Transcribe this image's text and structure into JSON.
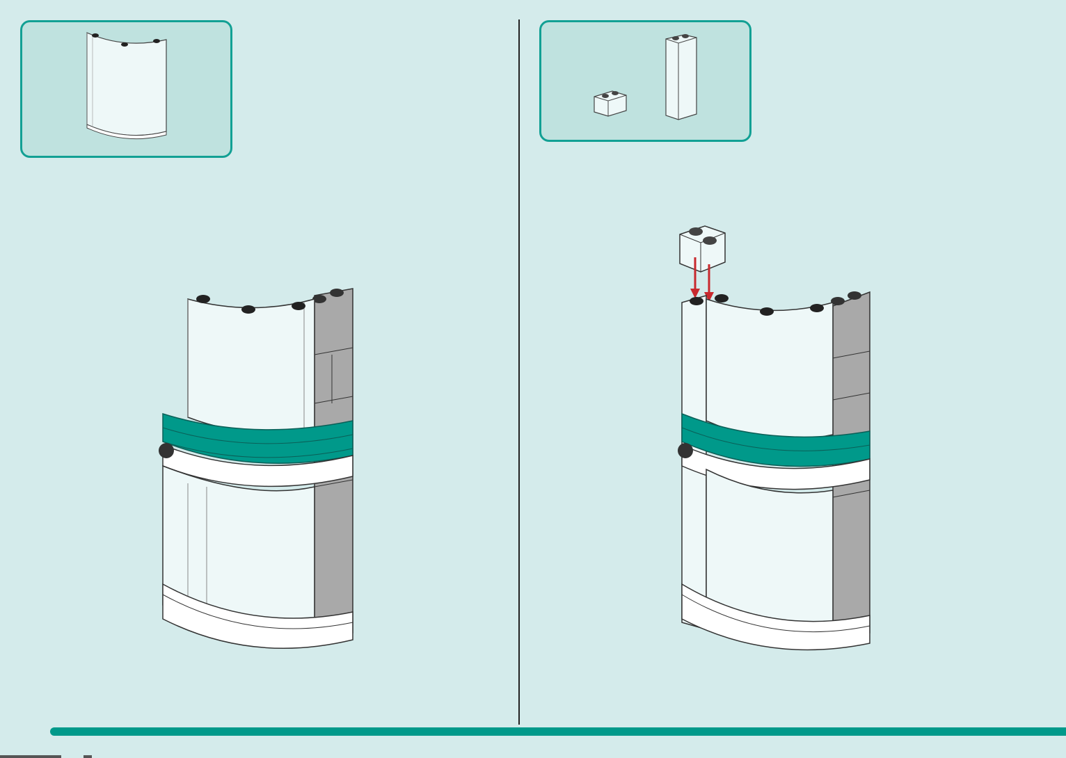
{
  "colors": {
    "background": "#d4ebeb",
    "accent": "#00998a",
    "accent_dark": "#0b7f74",
    "callout_fill": "#bfe2df",
    "callout_border": "#12a094",
    "divider": "#222222",
    "transparent_piece": "#eef8f8",
    "grey_piece": "#a9a9a9",
    "arrow": "#c8292e"
  },
  "panels": [
    {
      "name": "left",
      "callout_parts": [
        {
          "icon": "curved-transparent-panel-icon",
          "quantity": "1"
        }
      ]
    },
    {
      "name": "right",
      "callout_parts": [
        {
          "icon": "transparent-brick-1x2-icon",
          "quantity": "1"
        },
        {
          "icon": "transparent-brick-tall-1x2x5-icon",
          "quantity": "1"
        }
      ]
    }
  ],
  "steps": {
    "left": {
      "number": ""
    },
    "right": {
      "number": ""
    }
  }
}
